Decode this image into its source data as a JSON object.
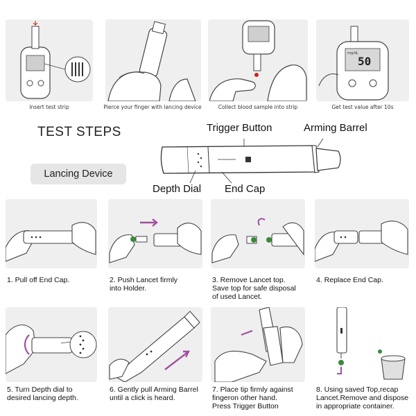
{
  "top_steps": [
    {
      "caption": "Insert test strip"
    },
    {
      "caption": "Pierce your finger with lancing device"
    },
    {
      "caption": "Collect blood sample into strip"
    },
    {
      "caption": "Get test value after 10s"
    }
  ],
  "meter_display": {
    "value": "50",
    "side_text": "mg/dL"
  },
  "heading": "TEST STEPS",
  "lancing_device_label": "Lancing Device",
  "device_parts": {
    "trigger_button": "Trigger Button",
    "arming_barrel": "Arming Barrel",
    "depth_dial": "Depth Dial",
    "end_cap": "End Cap"
  },
  "steps": [
    {
      "lines": [
        "1. Pull off End Cap."
      ]
    },
    {
      "lines": [
        "2. Push Lancet firmly",
        "into Holder."
      ]
    },
    {
      "lines": [
        "3. Remove Lancet top.",
        "Save top for safe disposal",
        "of used Lancet."
      ]
    },
    {
      "lines": [
        "4. Replace End Cap."
      ]
    },
    {
      "lines": [
        "5. Turn Depth dial to",
        "desired lancing depth."
      ]
    },
    {
      "lines": [
        "6. Gently pull Arming Barrel",
        "until a click is heard."
      ]
    },
    {
      "lines": [
        "7. Place tip firmly against",
        "fingeron other hand.",
        "Press Trigger Button"
      ]
    },
    {
      "lines": [
        "8. Using saved Top,recap",
        "Lancet.Remove and dispose",
        "in appropriate container."
      ]
    }
  ]
}
